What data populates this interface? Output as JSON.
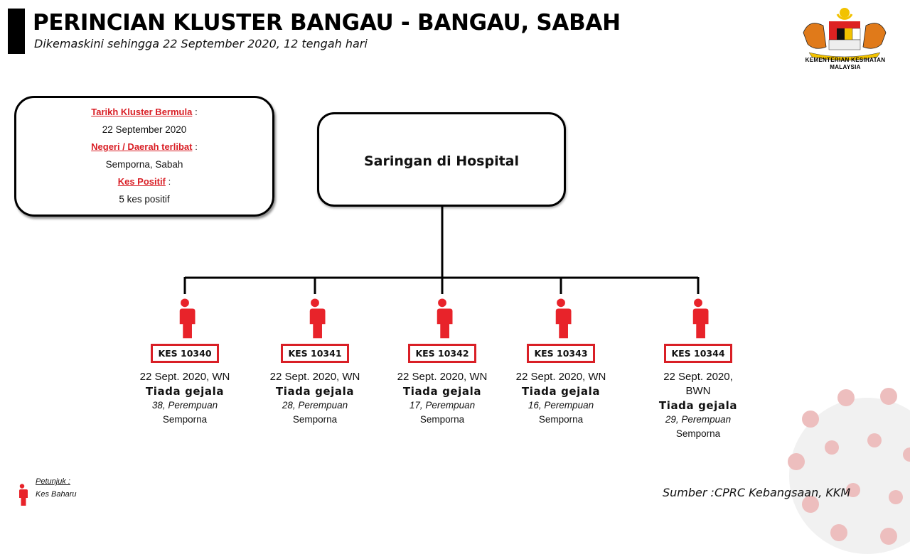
{
  "header": {
    "title": "PERINCIAN KLUSTER BANGAU - BANGAU, SABAH",
    "subtitle": "Dikemaskini sehingga 22 September 2020, 12 tengah hari"
  },
  "logo": {
    "icon": "malaysia-coat-of-arms-icon",
    "line1": "KEMENTERIAN KESIHATAN",
    "line2": "MALAYSIA"
  },
  "info": {
    "start_label": "Tarikh Kluster Bermula",
    "start_value": "22 September 2020",
    "region_label": "Negeri / Daerah terlibat",
    "region_value": "Semporna, Sabah",
    "positive_label": "Kes Positif",
    "positive_value": "5 kes positif",
    "colon": ":"
  },
  "root": {
    "label": "Saringan di Hospital"
  },
  "colors": {
    "accent_red": "#d91f26",
    "line": "#000000"
  },
  "cases": [
    {
      "id": "KES 10340",
      "date": "22 Sept. 2020, WN",
      "date2": "",
      "symptom": "Tiada gejala",
      "age_gender": "38, Perempuan",
      "location": "Semporna"
    },
    {
      "id": "KES 10341",
      "date": "22 Sept. 2020, WN",
      "date2": "",
      "symptom": "Tiada gejala",
      "age_gender": "28, Perempuan",
      "location": "Semporna"
    },
    {
      "id": "KES 10342",
      "date": "22 Sept. 2020, WN",
      "date2": "",
      "symptom": "Tiada gejala",
      "age_gender": "17, Perempuan",
      "location": "Semporna"
    },
    {
      "id": "KES 10343",
      "date": "22 Sept. 2020, WN",
      "date2": "",
      "symptom": "Tiada gejala",
      "age_gender": "16, Perempuan",
      "location": "Semporna"
    },
    {
      "id": "KES 10344",
      "date": "22 Sept. 2020,",
      "date2": "BWN",
      "symptom": "Tiada gejala",
      "age_gender": "29, Perempuan",
      "location": "Semporna"
    }
  ],
  "legend": {
    "title": "Petunjuk :",
    "items": [
      {
        "icon": "person-red-icon",
        "label": "Kes Baharu"
      }
    ]
  },
  "source": "Sumber :CPRC Kebangsaan,  KKM"
}
